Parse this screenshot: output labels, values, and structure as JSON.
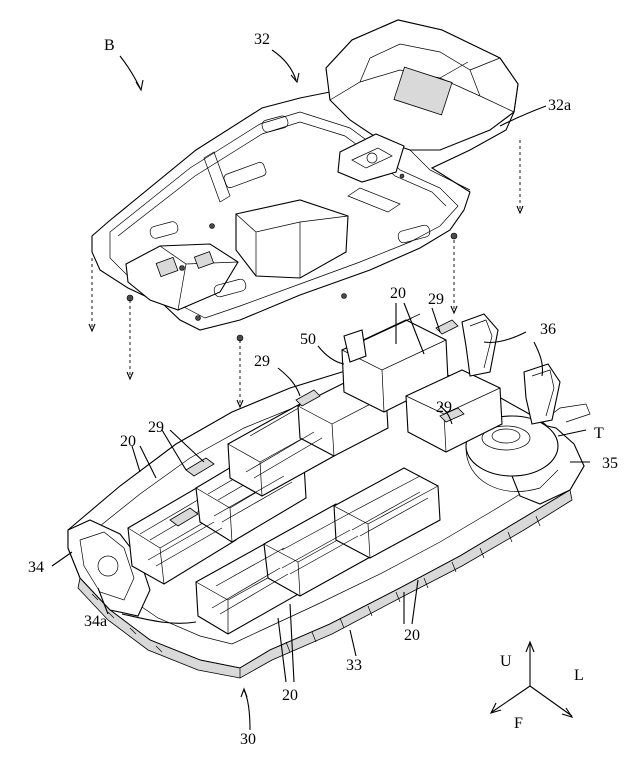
{
  "labels": {
    "B": "B",
    "l32": "32",
    "l32a": "32a",
    "l20_top": "20",
    "l29_top": "29",
    "l36": "36",
    "l50": "50",
    "l29_mid": "29",
    "l29_right": "29",
    "lT": "T",
    "l35": "35",
    "l20_left": "20",
    "l29_left": "29",
    "l34": "34",
    "l34a": "34a",
    "l33": "33",
    "l20_bottom_right": "20",
    "l20_bottom": "20",
    "l30": "30"
  },
  "axes": {
    "up": "U",
    "left": "L",
    "front": "F"
  }
}
